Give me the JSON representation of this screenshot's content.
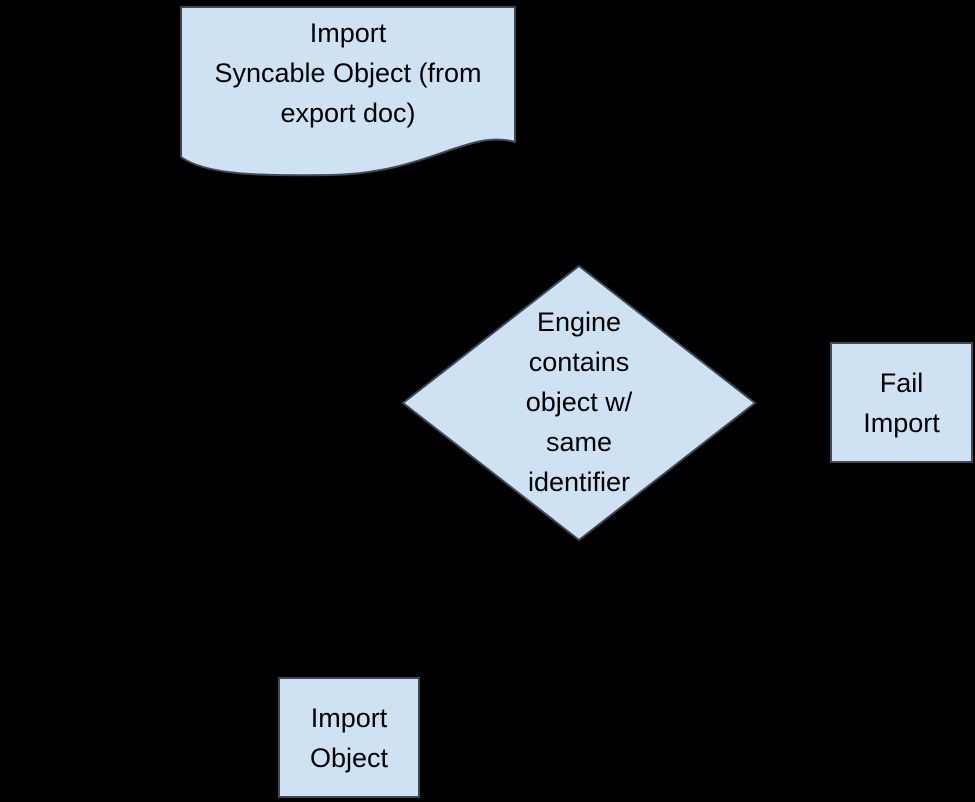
{
  "canvas": {
    "background": "#000000",
    "shape_fill": "#cfe2f3",
    "shape_border": "#3c4a57",
    "text_color": "#000000"
  },
  "diagram": {
    "type": "flowchart",
    "nodes": [
      {
        "id": "import_syncable",
        "shape": "document",
        "label": "Import\nSyncable Object (from\nexport doc)"
      },
      {
        "id": "engine_contains",
        "shape": "decision-diamond",
        "label": "Engine\ncontains\nobject w/\nsame\nidentifier"
      },
      {
        "id": "fail_import",
        "shape": "rectangle",
        "label": "Fail\nImport"
      },
      {
        "id": "import_object",
        "shape": "rectangle",
        "label": "Import\nObject"
      }
    ]
  },
  "nodes": {
    "import_syncable": {
      "label": "Import\nSyncable Object (from\nexport doc)"
    },
    "engine_contains": {
      "label": "Engine\ncontains\nobject w/\nsame\nidentifier"
    },
    "fail_import": {
      "label": "Fail\nImport"
    },
    "import_object": {
      "label": "Import\nObject"
    }
  }
}
